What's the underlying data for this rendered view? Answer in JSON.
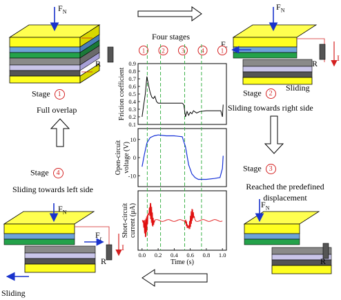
{
  "header": {
    "stages_title": "Four stages"
  },
  "stage_markers": [
    "1",
    "2",
    "3",
    "4",
    "1"
  ],
  "symbols": {
    "normal_force": "F",
    "normal_force_sub": "N",
    "friction_force": "F",
    "friction_force_sub": "r",
    "resistor": "R",
    "current": "I"
  },
  "stages": [
    {
      "label": "Stage",
      "number": "1",
      "description": "Full overlap"
    },
    {
      "label": "Stage",
      "number": "2",
      "description": "Sliding towards right side"
    },
    {
      "label": "Stage",
      "number": "3",
      "description": "Reached the predefined displacement"
    },
    {
      "label": "Stage",
      "number": "4",
      "description": "Sliding towards left side"
    }
  ],
  "motion_labels": {
    "right": "Sliding",
    "left": "Sliding"
  },
  "colors": {
    "top_layer": "#ffff20",
    "blue_layer": "#6ea4d8",
    "green_layer": "#24a24a",
    "gray_layer": "#8a8a8a",
    "lavender_layer": "#c9c5e9",
    "arrow_blue": "#1a33cc",
    "arrow_red": "#d42020",
    "force_line": "#1a33cc",
    "voltage_line": "#1430d8",
    "current_line": "#e01010",
    "friction_line": "#000000",
    "divider": "#3cb24a"
  },
  "chart_data": [
    {
      "type": "line",
      "ylabel": "Friction coefficient",
      "ylim": [
        0.1,
        0.9
      ],
      "yticks": [
        "0.9",
        "0.8",
        "0.7",
        "0.6",
        "0.5",
        "0.4",
        "0.3",
        "0.2",
        "0.1"
      ],
      "x": [
        0.0,
        0.02,
        0.04,
        0.06,
        0.08,
        0.1,
        0.12,
        0.14,
        0.16,
        0.18,
        0.2,
        0.3,
        0.4,
        0.5,
        0.52,
        0.54,
        0.56,
        0.58,
        0.6,
        0.62,
        0.64,
        0.68,
        0.72,
        0.8,
        0.9,
        0.98,
        1.0,
        1.01
      ],
      "values": [
        0.2,
        0.35,
        0.5,
        0.73,
        0.62,
        0.52,
        0.46,
        0.44,
        0.47,
        0.4,
        0.38,
        0.38,
        0.38,
        0.38,
        0.36,
        0.2,
        0.27,
        0.22,
        0.26,
        0.24,
        0.28,
        0.25,
        0.27,
        0.28,
        0.28,
        0.28,
        0.2,
        0.36
      ]
    },
    {
      "type": "line",
      "ylabel": "Open-circuit voltage (V)",
      "ylim": [
        -16,
        16
      ],
      "yticks": [
        "10",
        "0",
        "-10"
      ],
      "x": [
        0.0,
        0.03,
        0.06,
        0.1,
        0.15,
        0.2,
        0.3,
        0.4,
        0.5,
        0.54,
        0.58,
        0.62,
        0.66,
        0.7,
        0.8,
        0.9,
        0.97,
        1.0,
        1.01
      ],
      "values": [
        -5,
        2,
        8,
        11,
        12,
        12.5,
        12,
        12,
        11.5,
        6,
        -4,
        -9,
        -11,
        -12,
        -12,
        -11.5,
        -11,
        -6,
        1
      ]
    },
    {
      "type": "line",
      "ylabel": "Short-circuit current (μA)",
      "xlabel": "Time (s)",
      "xlim": [
        -0.05,
        1.05
      ],
      "xticks": [
        "0.0",
        "0.2",
        "0.4",
        "0.6",
        "0.8",
        "1.0"
      ],
      "ylim": [
        -1,
        1
      ],
      "bursts": [
        {
          "center": 0.08,
          "half_width": 0.08,
          "amplitude": 0.8
        },
        {
          "center": 0.6,
          "half_width": 0.07,
          "amplitude": 0.5
        }
      ]
    }
  ]
}
